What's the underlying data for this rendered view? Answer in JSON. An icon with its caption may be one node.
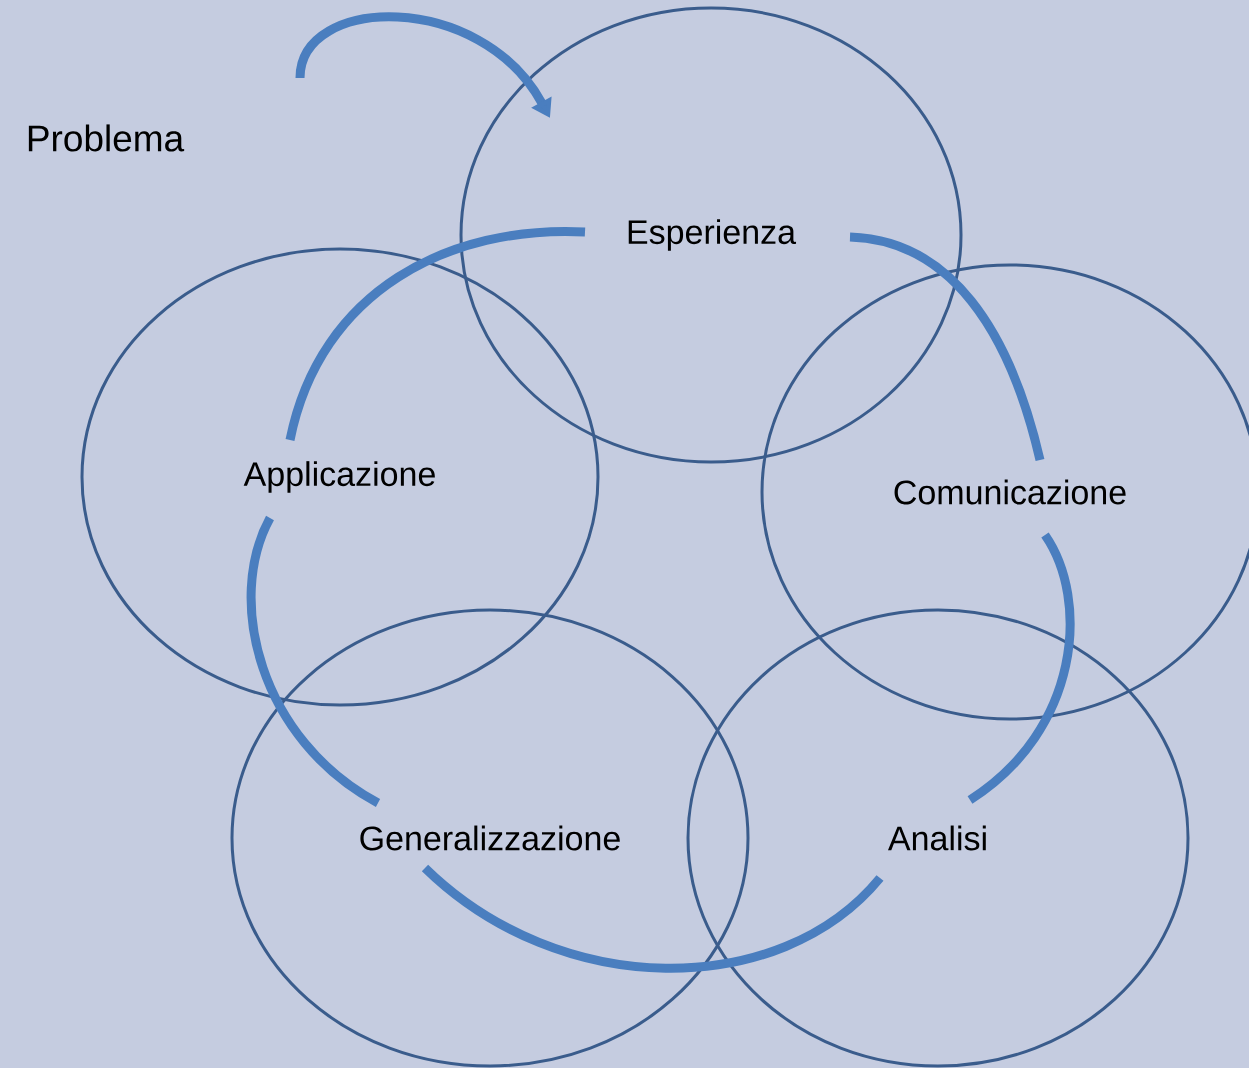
{
  "diagram": {
    "nodes": [
      {
        "text": [
          "Problema"
        ]
      },
      {
        "text": [
          "Esperienza"
        ]
      },
      {
        "text": [
          "Applicazione"
        ]
      },
      {
        "text": [
          "Comunicazione"
        ]
      },
      {
        "text": [
          "Generalizzazione"
        ]
      },
      {
        "text": [
          "Analisi"
        ]
      }
    ],
    "edges": [
      {
        "from": null,
        "to": 1,
        "arrow": "to"
      },
      {
        "from": 1,
        "to": 3,
        "arrow": "none"
      },
      {
        "from": 3,
        "to": 5,
        "arrow": "none"
      },
      {
        "from": 5,
        "to": 4,
        "arrow": "none"
      },
      {
        "from": 4,
        "to": 2,
        "arrow": "none"
      },
      {
        "from": 2,
        "to": 1,
        "arrow": "none"
      }
    ]
  }
}
